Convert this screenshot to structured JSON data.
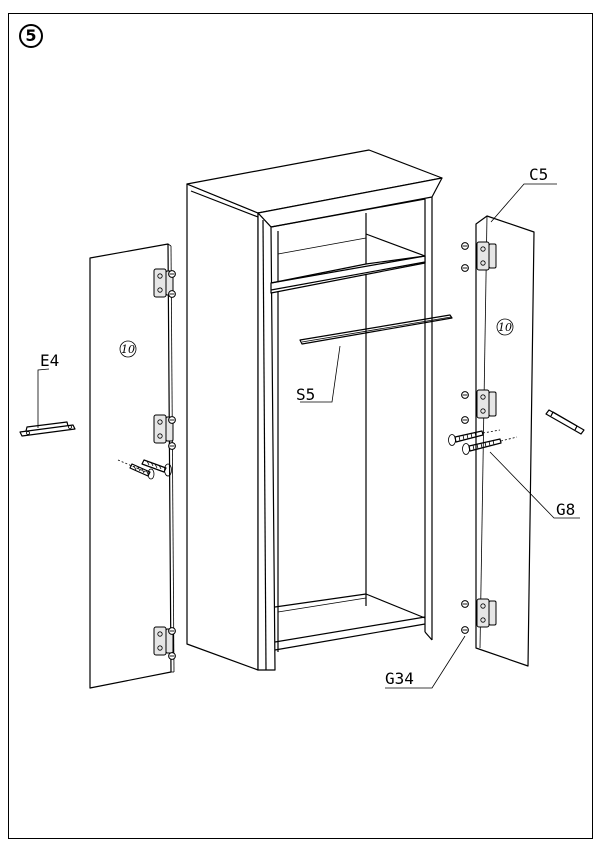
{
  "step": {
    "number": "5"
  },
  "labels": {
    "c5": "C5",
    "e4": "E4",
    "s5": "S5",
    "g8": "G8",
    "g34": "G34"
  },
  "panel_numbers": {
    "left_door": "10",
    "right_door": "10"
  },
  "icons": [
    "hinge-icon",
    "screw-icon",
    "handle-icon",
    "hanging-rail-icon"
  ]
}
